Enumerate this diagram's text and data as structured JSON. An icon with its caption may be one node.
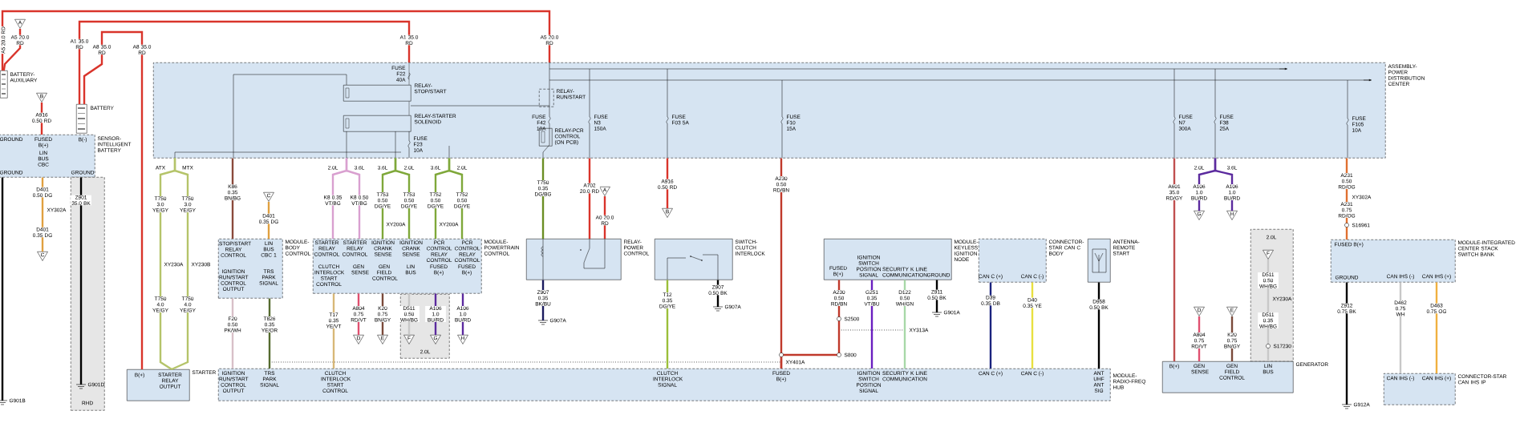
{
  "diagram": {
    "nodes": [
      {
        "text": [
          "ASSEMBLY-POWER DISTRIBUTION CENTER"
        ]
      },
      {
        "text": [
          "RELAY-STOP/START"
        ],
        "in": 0
      },
      {
        "text": [
          "RELAY-STARTER SOLENOID"
        ],
        "in": 0
      },
      {
        "text": [
          "RELAY-RUN/START"
        ],
        "in": 0
      },
      {
        "text": [
          "RELAY-PCR CONTROL (ON PCB)"
        ],
        "in": 0
      },
      {
        "text": [
          "BATTERY-AUXILIARY"
        ]
      },
      {
        "text": [
          "BATTERY"
        ]
      },
      {
        "text": [
          "GROUND",
          "FUSED B(+)",
          "B(-)",
          "SENSOR-INTELLIGENT BATTERY",
          "LIN BUS CBC",
          "GROUND",
          "GROUND"
        ]
      },
      {
        "text": [
          "B(+)",
          "STARTER RELAY OUTPUT",
          "STARTER"
        ]
      },
      {
        "text": [
          "STOP/START RELAY CONTROL",
          "LIN BUS CBC 1",
          "MODULE-BODY CONTROL",
          "IGNITION RUN/START CONTROL OUTPUT",
          "TRS PARK SIGNAL"
        ]
      },
      {
        "text": [
          "STARTER RELAY CONTROL",
          "STARTER RELAY CONTROL",
          "IGNITION CRANK SENSE",
          "IGNITION CRANK SENSE",
          "PCR CONTROL RELAY CONTROL",
          "PCR CONTROL RELAY CONTROL",
          "MODULE-POWERTRAIN CONTROL",
          "CLUTCH INTERLOCK START CONTROL",
          "GEN SENSE",
          "GEN FIELD CONTROL",
          "LIN BUS",
          "FUSED B(+)",
          "FUSED B(+)"
        ]
      },
      {
        "text": [
          "2.0L"
        ]
      },
      {
        "text": [
          "RELAY-POWER CONTROL"
        ]
      },
      {
        "text": [
          "SWITCH-CLUTCH INTERLOCK"
        ]
      },
      {
        "text": [
          "MODULE-KEYLESS IGNITION NODE",
          "FUSED B(+)",
          "IGNITION SWITCH POSITION SIGNAL",
          "SECURITY K LINE COMMUNICATION",
          "GROUND"
        ]
      },
      {
        "text": [
          "CONNECTOR-STAR CAN C BODY",
          "CAN C (+)",
          "CAN C (-)"
        ]
      },
      {
        "text": [
          "ANTENNA-REMOTE START"
        ]
      },
      {
        "text": [
          "IGNITION RUN/START CONTROL OUTPUT",
          "TRS PARK SIGNAL",
          "CLUTCH INTERLOCK START CONTROL",
          "CLUTCH INTERLOCK SIGNAL",
          "FUSED B(+)",
          "IGNITION SWITCH POSITION SIGNAL",
          "SECURITY K LINE COMMUNICATION",
          "CAN C (+)",
          "CAN C (-)",
          "ANT UHF ANT SIG",
          "MODULE-RADIO-FREQ HUB"
        ]
      },
      {
        "text": [
          "2.0L"
        ]
      },
      {
        "text": [
          "B(+)",
          "GEN SENSE",
          "GEN FIELD CONTROL",
          "LIN BUS",
          "GENERATOR"
        ]
      },
      {
        "text": [
          "FUSED B(+)",
          "MODULE-INTEGRATED CENTER STACK SWITCH BANK",
          "GROUND",
          "CAN IHS (-)",
          "CAN IHS (+)"
        ]
      },
      {
        "text": [
          "CAN IHS (-)",
          "CAN IHS (+)",
          "CONNECTOR-STAR CAN IHS IP"
        ]
      },
      {
        "text": [
          "RHD"
        ]
      },
      {
        "text": [
          "A"
        ]
      },
      {
        "text": [
          "B"
        ]
      },
      {
        "text": [
          "C"
        ]
      },
      {
        "text": [
          "C"
        ]
      },
      {
        "text": [
          "A"
        ]
      },
      {
        "text": [
          "B"
        ]
      },
      {
        "text": [
          "D"
        ]
      },
      {
        "text": [
          "E"
        ]
      },
      {
        "text": [
          "F"
        ],
        "in": 11
      },
      {
        "text": [
          "G"
        ],
        "in": 11
      },
      {
        "text": [
          "H"
        ]
      },
      {
        "text": [
          "G"
        ]
      },
      {
        "text": [
          "H"
        ]
      },
      {
        "text": [
          "D"
        ]
      },
      {
        "text": [
          "E"
        ]
      },
      {
        "text": [
          "F"
        ],
        "in": 18
      },
      {
        "text": [
          "G901B"
        ]
      },
      {
        "text": [
          "G901D"
        ],
        "in": 22
      },
      {
        "text": [
          "G907A"
        ]
      },
      {
        "text": [
          "G907A"
        ]
      },
      {
        "text": [
          "G901A"
        ]
      },
      {
        "text": [
          "G912A"
        ]
      }
    ],
    "edges": [
      {
        "from": 23,
        "to": 5,
        "arrow": "none",
        "label": "A5 20.0 RD",
        "color": "#d9342b"
      },
      {
        "from": 5,
        "to": 0,
        "arrow": "none",
        "label": "A5 20.0 RD",
        "color": "#d9342b"
      },
      {
        "from": 6,
        "to": 0,
        "arrow": "none",
        "label": "A1 35.0 RD",
        "color": "#d9342b"
      },
      {
        "from": 6,
        "to": 8,
        "arrow": "none",
        "label": "A8 35.0 RD",
        "color": "#d9342b"
      },
      {
        "from": 24,
        "to": 7,
        "arrow": "none",
        "label": "A916 0.50 RD",
        "color": "#d9342b"
      },
      {
        "from": 7,
        "to": 25,
        "arrow": "none",
        "label": "D401 0.50 DG",
        "color": "#e0a040"
      },
      {
        "from": 7,
        "to": 39,
        "arrow": "none",
        "color": "#000000"
      },
      {
        "from": 7,
        "to": 40,
        "arrow": "none",
        "label": "Z901 35.0 BK",
        "color": "#000000"
      },
      {
        "from": 0,
        "to": 8,
        "arrow": "none",
        "label": "T750 3.0 YE/GY",
        "color": "#b5c46a"
      },
      {
        "from": 0,
        "to": 8,
        "arrow": "none",
        "label": "T750 3.0 YE/GY",
        "color": "#b5c46a"
      },
      {
        "from": 0,
        "to": 9,
        "arrow": "none",
        "label": "K86 0.35 BN/BG",
        "color": "#8b4a3c"
      },
      {
        "from": 26,
        "to": 9,
        "arrow": "none",
        "label": "D401 0.35 DG",
        "color": "#e0a040"
      },
      {
        "from": 0,
        "to": 10,
        "arrow": "none",
        "label": "K8 0.35 VT/BG",
        "color": "#d9a0d0"
      },
      {
        "from": 0,
        "to": 10,
        "arrow": "none",
        "label": "K8 0.50 VT/BG",
        "color": "#d9a0d0"
      },
      {
        "from": 0,
        "to": 10,
        "arrow": "none",
        "label": "T753 0.50 DG/YE",
        "color": "#7fa83a"
      },
      {
        "from": 0,
        "to": 10,
        "arrow": "none",
        "label": "T753 0.50 DG/YE",
        "color": "#7fa83a"
      },
      {
        "from": 0,
        "to": 10,
        "arrow": "none",
        "label": "T752 0.50 DG/YE",
        "color": "#7fa83a"
      },
      {
        "from": 0,
        "to": 10,
        "arrow": "none",
        "label": "T752 0.50 DG/YE",
        "color": "#7fa83a"
      },
      {
        "from": 0,
        "to": 12,
        "arrow": "none",
        "label": "T750 0.35 DG/BG",
        "color": "#6b8e23"
      },
      {
        "from": 0,
        "to": 12,
        "arrow": "none",
        "label": "A702 20.0 RD",
        "color": "#d9342b"
      },
      {
        "from": 27,
        "to": 12,
        "arrow": "none",
        "label": "A0 20.0 RD",
        "color": "#d9342b"
      },
      {
        "from": 0,
        "to": 28,
        "arrow": "none",
        "label": "A916 0.50 RD",
        "color": "#d9342b"
      },
      {
        "from": 0,
        "to": 17,
        "arrow": "none",
        "label": "A230 0.50 RD/BN",
        "color": "#c0392b"
      },
      {
        "from": 12,
        "to": 41,
        "arrow": "none",
        "label": "Z907 0.35 BK/BU",
        "color": "#1a1a5e"
      },
      {
        "from": 13,
        "to": 17,
        "arrow": "none",
        "label": "T12 0.35 DG/YE",
        "color": "#9bbf3a"
      },
      {
        "from": 13,
        "to": 42,
        "arrow": "none",
        "label": "Z907 0.50 BK",
        "color": "#000000"
      },
      {
        "from": 14,
        "to": 17,
        "arrow": "none",
        "label": "A230 0.50 RD/BN",
        "color": "#c0392b"
      },
      {
        "from": 14,
        "to": 17,
        "arrow": "none",
        "label": "G251 0.35 VT/BU",
        "color": "#6a1fc0"
      },
      {
        "from": 14,
        "to": 17,
        "arrow": "none",
        "label": "D122 0.50 WH/GN",
        "color": "#a8d8a8"
      },
      {
        "from": 14,
        "to": 43,
        "arrow": "none",
        "label": "Z911 0.50 BK",
        "color": "#000000"
      },
      {
        "from": 15,
        "to": 17,
        "arrow": "none",
        "label": "D39 0.35 DB",
        "color": "#1a237e"
      },
      {
        "from": 15,
        "to": 17,
        "arrow": "none",
        "label": "D40 0.35 YE",
        "color": "#e8e040"
      },
      {
        "from": 16,
        "to": 17,
        "arrow": "none",
        "label": "D958 0.50 BK",
        "color": "#000000"
      },
      {
        "from": 0,
        "to": 19,
        "arrow": "none",
        "label": "A601 35.0 RD/GY",
        "color": "#c05050"
      },
      {
        "from": 0,
        "to": 34,
        "arrow": "none",
        "label": "A106 1.0 BU/RD",
        "color": "#5b2a9e"
      },
      {
        "from": 0,
        "to": 35,
        "arrow": "none",
        "label": "A106 1.0 BU/RD",
        "color": "#5b2a9e"
      },
      {
        "from": 0,
        "to": 20,
        "arrow": "none",
        "label": "A231 0.50 RD/OG",
        "color": "#e07030"
      },
      {
        "from": 20,
        "to": 44,
        "arrow": "none",
        "label": "Z912 0.75 BK",
        "color": "#000000"
      },
      {
        "from": 20,
        "to": 21,
        "arrow": "none",
        "label": "D462 0.75 WH",
        "color": "#c8c8c8"
      },
      {
        "from": 20,
        "to": 21,
        "arrow": "none",
        "label": "D463 0.75 OG",
        "color": "#f0b040"
      },
      {
        "from": 9,
        "to": 17,
        "arrow": "none",
        "label": "F20 0.50 PK/WH",
        "color": "#d8c0c8"
      },
      {
        "from": 9,
        "to": 17,
        "arrow": "none",
        "label": "T826 0.35 YE/OR",
        "color": "#556b2f"
      },
      {
        "from": 10,
        "to": 17,
        "arrow": "none",
        "label": "T17 0.35 YE/VT",
        "color": "#d8b878"
      },
      {
        "from": 10,
        "to": 29,
        "arrow": "none",
        "label": "A804 0.75 RD/VT",
        "color": "#e05070"
      },
      {
        "from": 10,
        "to": 30,
        "arrow": "none",
        "label": "K20 0.75 BN/GY",
        "color": "#7a4a3a"
      },
      {
        "from": 10,
        "to": 31,
        "arrow": "none",
        "label": "D511 0.50 WH/BG",
        "color": "#c8c8c8"
      },
      {
        "from": 10,
        "to": 32,
        "arrow": "none",
        "label": "A106 1.0 BU/RD",
        "color": "#5b2a9e"
      },
      {
        "from": 10,
        "to": 33,
        "arrow": "none",
        "label": "A106 1.0 BU/RD",
        "color": "#5b2a9e"
      },
      {
        "from": 36,
        "to": 19,
        "arrow": "none",
        "label": "A804 0.75 RD/VT",
        "color": "#e05070"
      },
      {
        "from": 37,
        "to": 19,
        "arrow": "none",
        "label": "K20 0.75 BN/GY",
        "color": "#7a4a3a"
      },
      {
        "from": 38,
        "to": 19,
        "arrow": "none",
        "label": "D511 0.50 WH/BG",
        "color": "#c8c8c8"
      },
      {
        "from": 1,
        "to": 2,
        "arrow": "none",
        "color": "#333333"
      },
      {
        "from": 0,
        "to": 1,
        "arrow": "none",
        "color": "#333333"
      }
    ],
    "labels": [
      "A5 20.0 RD",
      "A1 35.0 RD",
      "A8 35.0 RD",
      "XY302A",
      "D401 0.35 DG",
      "ATX",
      "MTX",
      "XY230A",
      "XY230B",
      "T750 4.0 YE/GY",
      "T750 4.0 YE/GY",
      "2.0L",
      "3.6L",
      "3.6L",
      "2.0L",
      "3.6L",
      "2.0L",
      "XY200A",
      "XY200A",
      "FUSE F22 40A",
      "FUSE F23 10A",
      "FUSE F42 10A",
      "FUSE N3 150A",
      "FUSE F03 5A",
      "FUSE F10 15A",
      "FUSE N7 300A",
      "FUSE F38 25A",
      "FUSE F105 10A",
      "S2500",
      "S800",
      "XY313A",
      "XY401A",
      "XY230A",
      "D511 0.35 WH/BG",
      "S17230",
      "2.0L",
      "3.6L",
      "XY302A",
      "A231 0.75 RD/OG",
      "S16961"
    ]
  }
}
